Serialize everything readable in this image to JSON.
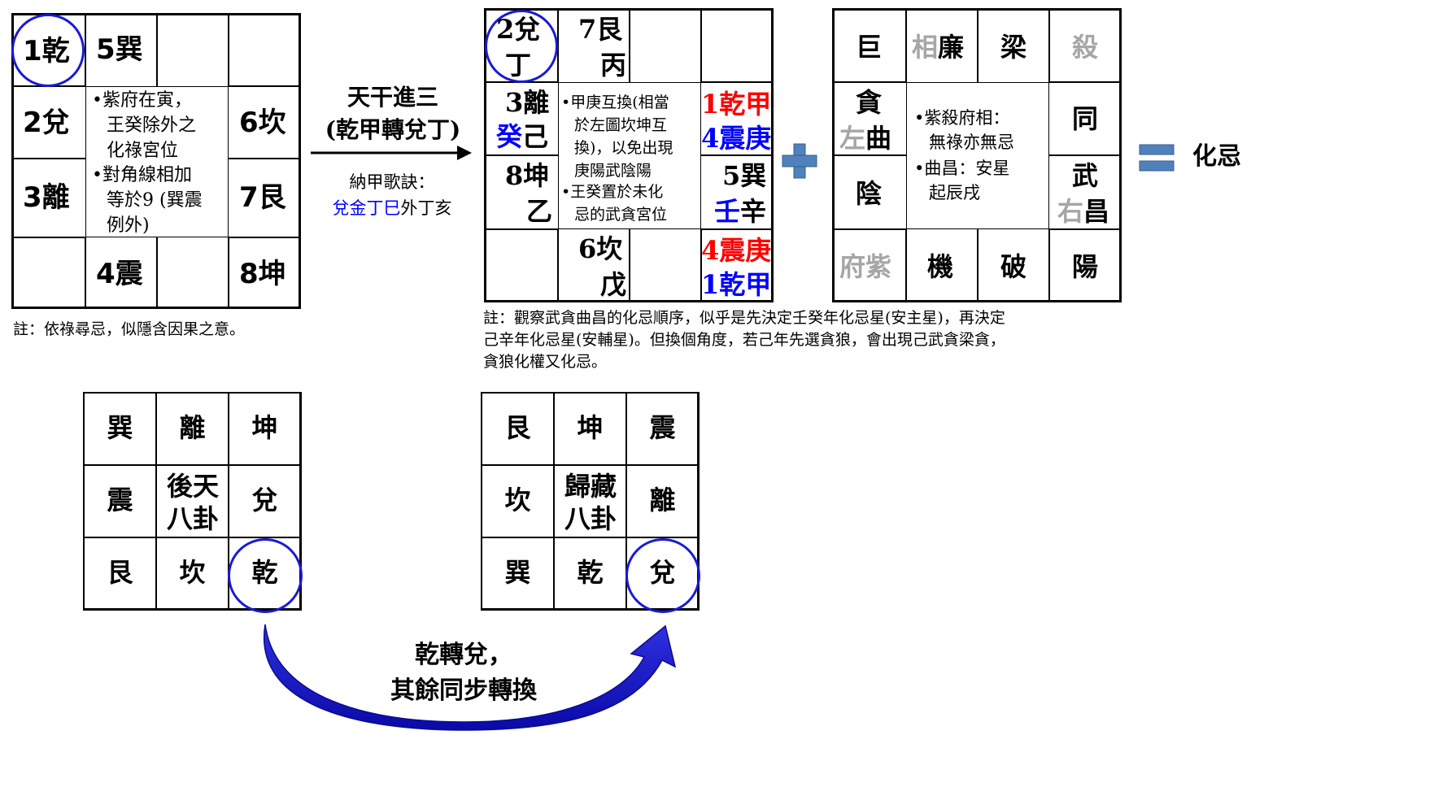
{
  "grid1": {
    "cells": {
      "r1c1": "1乾",
      "r1c2": "5巽",
      "r2c1": "2兌",
      "r2c4": "6坎",
      "r3c1": "3離",
      "r3c4": "7艮",
      "r4c2": "4震",
      "r4c4": "8坤"
    },
    "bullet1_lines": [
      "•紫府在寅，",
      "王癸除外之",
      "化祿宮位"
    ],
    "bullet2_lines": [
      "•對角線相加",
      "等於9 (巽震",
      "例外)"
    ],
    "note": "註：依祿尋忌，似隱含因果之意。"
  },
  "arrow1": {
    "title_line1": "天干進三",
    "title_line2": "(乾甲轉兌丁)",
    "rhyme_label": "納甲歌訣：",
    "rhyme_blue": "兌金丁巳",
    "rhyme_rest": "外丁亥"
  },
  "grid2": {
    "r1c1_top": "2兌",
    "r1c1_bottom": "丁",
    "r1c2_top": "7艮",
    "r1c2_bottom": "丙",
    "r2c1_top": "3離",
    "r2c1_bottom_blue": "癸",
    "r2c1_bottom_black": "己",
    "r2c4_line1": "1乾甲",
    "r2c4_line2": "4震庚",
    "r3c1_top": "8坤",
    "r3c1_bottom": "乙",
    "r3c4_top": "5巽",
    "r3c4_bottom_blue": "壬",
    "r3c4_bottom_black": "辛",
    "r4c2_top": "6坎",
    "r4c2_bottom": "戊",
    "r4c4_line1": "4震庚",
    "r4c4_line2": "1乾甲",
    "bullet1_lines": [
      "•甲庚互換(相當",
      "於左圖坎坤互",
      "換)，以免出現",
      "庚陽武陰陽"
    ],
    "bullet2_lines": [
      "•王癸置於未化",
      "忌的武貪宮位"
    ],
    "note_lines": [
      "註：觀察武貪曲昌的化忌順序，似乎是先決定壬癸年化忌星(安主星)，再決定",
      "己辛年化忌星(安輔星)。但換個角度，若己年先選貪狼，會出現己武貪梁貪，",
      "貪狼化權又化忌。"
    ]
  },
  "grid3": {
    "r1c1": "巨",
    "r1c2_gray": "相",
    "r1c2_black": "廉",
    "r1c3": "梁",
    "r1c4": "殺",
    "r2c1_top": "貪",
    "r2c1_gray": "左",
    "r2c1_black": "曲",
    "r2c4": "同",
    "r3c1": "陰",
    "r3c4_top": "武",
    "r3c4_gray": "右",
    "r3c4_black": "昌",
    "r4c1_gray": "府",
    "r4c1_gray2": "紫",
    "r4c2": "機",
    "r4c3": "破",
    "r4c4": "陽",
    "bullet1_lines": [
      "•紫殺府相：",
      "無祿亦無忌"
    ],
    "bullet2_lines": [
      "•曲昌：安星",
      "起辰戌"
    ]
  },
  "equals_result": "化忌",
  "grid4": {
    "cells": [
      "巽",
      "離",
      "坤",
      "震",
      "",
      "兌",
      "艮",
      "坎",
      "乾"
    ],
    "center": [
      "後天",
      "八卦"
    ]
  },
  "grid5": {
    "cells": [
      "艮",
      "坤",
      "震",
      "坎",
      "",
      "離",
      "巽",
      "乾",
      "兌"
    ],
    "center": [
      "歸藏",
      "八卦"
    ]
  },
  "curve_label": [
    "乾轉兌，",
    "其餘同步轉換"
  ],
  "colors": {
    "circle": "#1a1ad6",
    "plus": "#4f81bd",
    "equals": "#4f81bd",
    "arrow": "#1010c8",
    "red": "#ff0000",
    "blue": "#0000ff",
    "gray": "#a6a6a6"
  }
}
